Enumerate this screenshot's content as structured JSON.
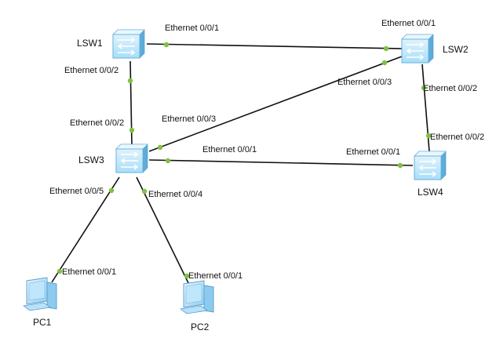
{
  "devices": {
    "lsw1": {
      "name": "LSW1",
      "icon": "switch-icon"
    },
    "lsw2": {
      "name": "LSW2",
      "icon": "switch-icon"
    },
    "lsw3": {
      "name": "LSW3",
      "icon": "switch-icon"
    },
    "lsw4": {
      "name": "LSW4",
      "icon": "switch-icon"
    },
    "pc1": {
      "name": "PC1",
      "icon": "pc-icon"
    },
    "pc2": {
      "name": "PC2",
      "icon": "pc-icon"
    }
  },
  "links": [
    {
      "id": "lsw1-lsw2",
      "a_port": "Ethernet 0/0/1",
      "b_port": "Ethernet 0/0/1"
    },
    {
      "id": "lsw1-lsw3",
      "a_port": "Ethernet 0/0/2",
      "b_port": "Ethernet 0/0/2"
    },
    {
      "id": "lsw3-lsw2",
      "a_port": "Ethernet 0/0/3",
      "b_port": "Ethernet 0/0/3"
    },
    {
      "id": "lsw2-lsw4",
      "a_port": "Ethernet 0/0/2",
      "b_port": "Ethernet 0/0/2"
    },
    {
      "id": "lsw3-lsw4",
      "a_port": "Ethernet 0/0/1",
      "b_port": "Ethernet 0/0/1"
    },
    {
      "id": "lsw3-pc1",
      "a_port": "Ethernet 0/0/5",
      "b_port": "Ethernet 0/0/1"
    },
    {
      "id": "lsw3-pc2",
      "a_port": "Ethernet 0/0/4",
      "b_port": "Ethernet 0/0/1"
    }
  ],
  "colors": {
    "link": "#111111",
    "port": "#7fc241",
    "switch_fill": "#a9def8",
    "switch_edge": "#5aa9d6",
    "pc_fill": "#9fd3f3",
    "pc_edge": "#5a9bc9"
  }
}
